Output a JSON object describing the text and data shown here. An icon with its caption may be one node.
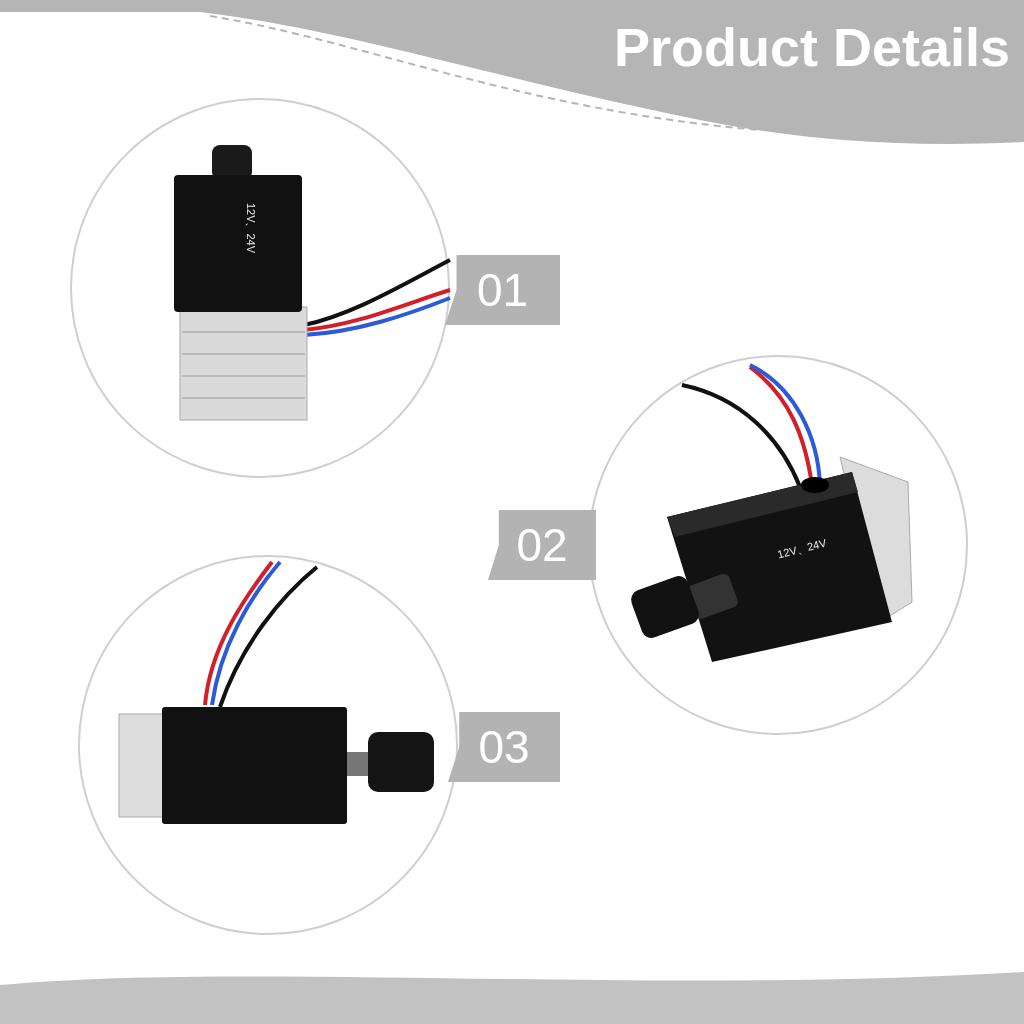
{
  "diagram": {
    "title": "Product Details",
    "nodes": [
      {
        "text": [],
        "shape": "circle"
      },
      {
        "text": [
          "01"
        ]
      },
      {
        "text": [],
        "shape": "circle"
      },
      {
        "text": [
          "02"
        ]
      },
      {
        "text": [],
        "shape": "circle"
      },
      {
        "text": [
          "03"
        ]
      }
    ],
    "labels": [
      "12V、24V",
      "12V、24V"
    ]
  }
}
